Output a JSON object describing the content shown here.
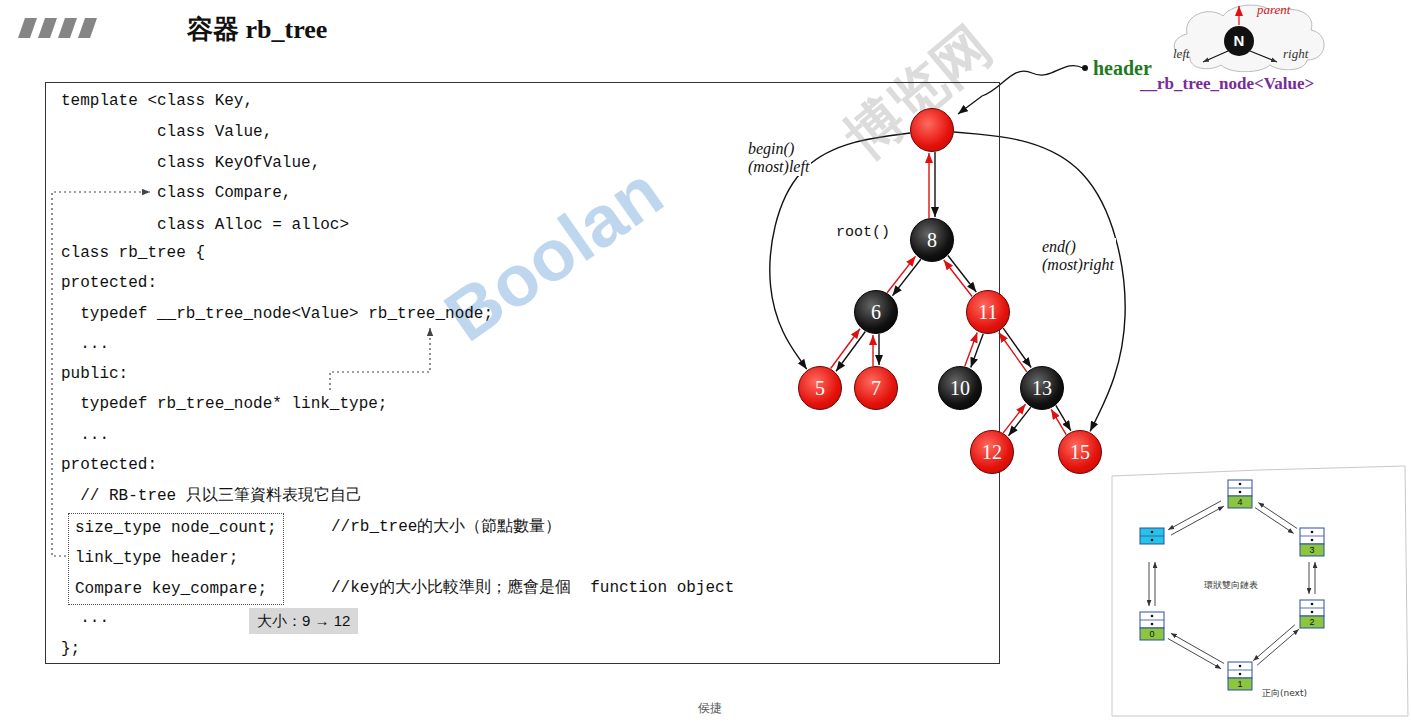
{
  "diagram": {
    "title": "容器 rb_tree",
    "nodes": [
      {
        "text": [
          "template <class Key,",
          "          class Value,",
          "          class KeyOfValue,",
          "          class Compare,",
          "          class Alloc = alloc>",
          "class rb_tree {",
          "protected:",
          "  typedef __rb_tree_node<Value> rb_tree_node;",
          "  ...",
          "public:",
          "  typedef rb_tree_node* link_type;",
          "  ...",
          "protected:",
          "  // RB-tree 只以三筆資料表現它自己",
          "//rb_tree的大小（節點數量）",
          "//key的大小比較準則；應會是個  function object",
          "  ...",
          "};"
        ]
      },
      {
        "text": [
          "size_type node_count;",
          "link_type header;",
          "Compare key_compare;"
        ],
        "in": 0
      },
      {
        "text": [
          "大小：9 → 12"
        ],
        "in": 0
      },
      {
        "text": [
          "header"
        ]
      },
      {
        "text": [
          "8"
        ]
      },
      {
        "text": [
          "6"
        ]
      },
      {
        "text": [
          "11"
        ]
      },
      {
        "text": [
          "5"
        ]
      },
      {
        "text": [
          "7"
        ]
      },
      {
        "text": [
          "10"
        ]
      },
      {
        "text": [
          "13"
        ]
      },
      {
        "text": [
          "12"
        ]
      },
      {
        "text": [
          "15"
        ]
      },
      {
        "text": [
          "parent",
          "left",
          "right"
        ]
      },
      {
        "text": [
          "N"
        ],
        "in": 13
      }
    ],
    "edges": [
      {
        "from": 3,
        "to": 4,
        "arrow": "both"
      },
      {
        "from": 4,
        "to": 5,
        "arrow": "both"
      },
      {
        "from": 4,
        "to": 6,
        "arrow": "both"
      },
      {
        "from": 5,
        "to": 7,
        "arrow": "both"
      },
      {
        "from": 5,
        "to": 8,
        "arrow": "both"
      },
      {
        "from": 6,
        "to": 9,
        "arrow": "both"
      },
      {
        "from": 6,
        "to": 10,
        "arrow": "both"
      },
      {
        "from": 10,
        "to": 11,
        "arrow": "both"
      },
      {
        "from": 10,
        "to": 12,
        "arrow": "both"
      },
      {
        "from": 3,
        "to": 7,
        "arrow": "to",
        "label": "begin() (most)left"
      },
      {
        "from": 3,
        "to": 12,
        "arrow": "to",
        "label": "end() (most)right"
      }
    ],
    "labels": [
      "root()",
      "__rb_tree_node<Value>",
      "0",
      "1",
      "2",
      "3",
      "4",
      "環狀雙向鏈表",
      "正向(next)",
      "Boolan",
      "博览网",
      "侯捷"
    ]
  }
}
